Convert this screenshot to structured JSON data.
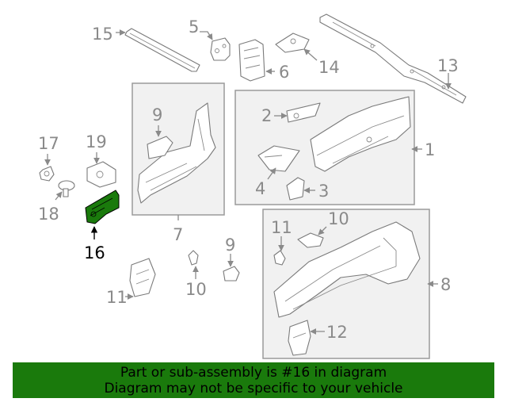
{
  "callouts": {
    "c1": "1",
    "c2": "2",
    "c3": "3",
    "c4": "4",
    "c5": "5",
    "c6": "6",
    "c7": "7",
    "c8": "8",
    "c9a": "9",
    "c9b": "9",
    "c10a": "10",
    "c10b": "10",
    "c11a": "11",
    "c11b": "11",
    "c12": "12",
    "c13": "13",
    "c14": "14",
    "c15": "15",
    "c16": "16",
    "c17": "17",
    "c18": "18",
    "c19": "19"
  },
  "highlight": {
    "part_number": "16",
    "color": "#1a7a0c"
  },
  "banner": {
    "line1": "Part or sub-assembly is #16 in diagram",
    "line2": "Diagram may not be specific to your vehicle"
  }
}
